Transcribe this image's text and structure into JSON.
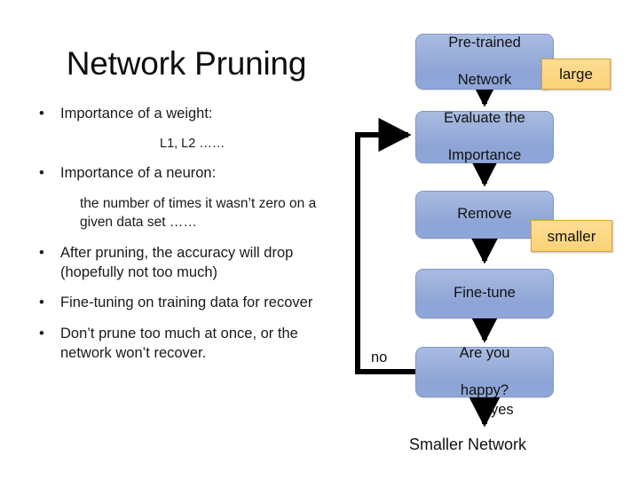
{
  "slide": {
    "title": "Network Pruning",
    "background_color": "#ffffff"
  },
  "colors": {
    "node_fill_top": "#a9bbe0",
    "node_fill_bottom": "#8fa6d8",
    "node_border": "#8096c8",
    "tag_fill": "#fbd784",
    "tag_border": "#d9a43a",
    "arrow": "#000000",
    "text": "#111111"
  },
  "bullets": [
    {
      "marker": "•",
      "text": "Importance of a weight:"
    },
    {
      "marker": "•",
      "text": "Importance of a neuron:"
    },
    {
      "marker": "•",
      "text": "After pruning, the accuracy will drop (hopefully not too much)"
    },
    {
      "marker": "•",
      "text": "Fine-tuning on training data for recover"
    },
    {
      "marker": "•",
      "text": "Don’t prune too much at once, or the network won’t recover."
    }
  ],
  "sublines": {
    "weight_examples": "L1, L2 ……",
    "neuron_definition": "the number of times it wasn’t zero on a given data set ……"
  },
  "flowchart": {
    "nodes": [
      {
        "id": "pretrained",
        "line1": "Pre-trained",
        "line2": "Network"
      },
      {
        "id": "evaluate",
        "line1": "Evaluate the",
        "line2": "Importance"
      },
      {
        "id": "remove",
        "line1": "Remove",
        "line2": ""
      },
      {
        "id": "finetune",
        "line1": "Fine-tune",
        "line2": ""
      },
      {
        "id": "happy",
        "line1": "Are you",
        "line2": "happy?"
      }
    ],
    "tags": [
      {
        "id": "large",
        "label": "large"
      },
      {
        "id": "smaller",
        "label": "smaller"
      }
    ],
    "edge_labels": {
      "no": "no",
      "yes": "yes"
    },
    "output_label": "Smaller Network"
  }
}
